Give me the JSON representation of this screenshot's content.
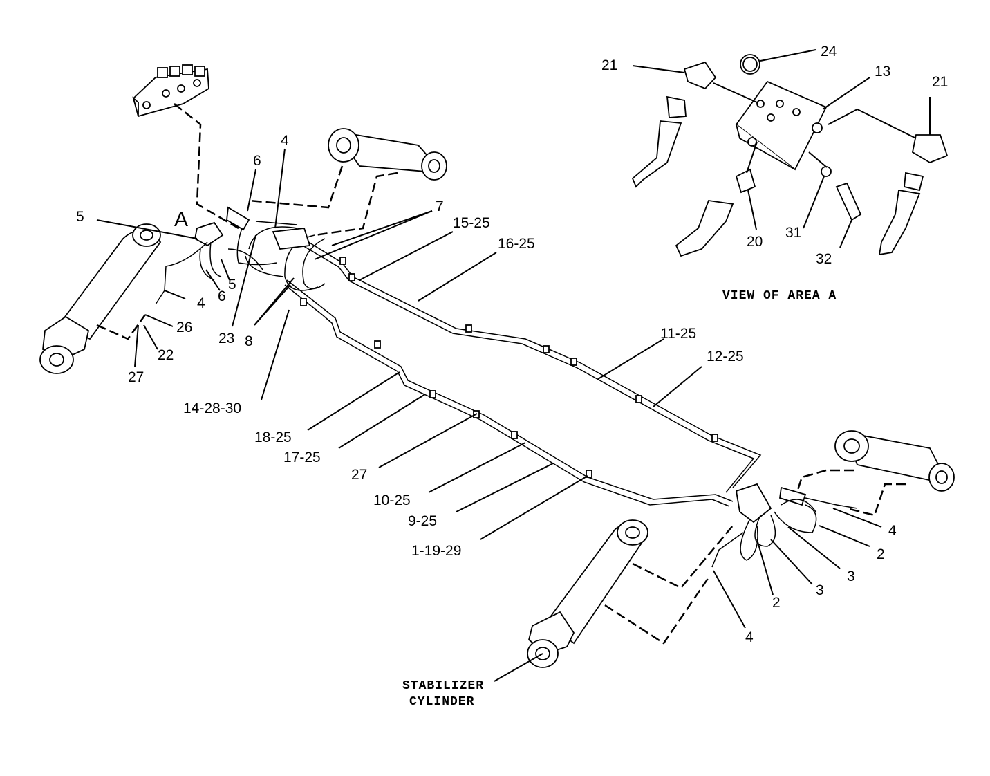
{
  "labels": {
    "l5a": "5",
    "lA": "A",
    "l6a": "6",
    "l4a": "4",
    "l7": "7",
    "l15": "15-25",
    "l16": "16-25",
    "l4b": "4",
    "l6b": "6",
    "l5b": "5",
    "l26": "26",
    "l22": "22",
    "l27a": "27",
    "l23": "23",
    "l8": "8",
    "l14": "14-28-30",
    "l18": "18-25",
    "l17": "17-25",
    "l27b": "27",
    "l10": "10-25",
    "l9": "9-25",
    "l1": "1-19-29",
    "l11": "11-25",
    "l12": "12-25",
    "l4c": "4",
    "l2a": "2",
    "l3a": "3",
    "l3b": "3",
    "l2b": "2",
    "l4d": "4",
    "l21a": "21",
    "l24": "24",
    "l13": "13",
    "l21b": "21",
    "l20": "20",
    "l31": "31",
    "l32": "32"
  },
  "captions": {
    "view": "VIEW OF AREA A",
    "stab1": "STABILIZER",
    "stab2": "CYLINDER"
  }
}
